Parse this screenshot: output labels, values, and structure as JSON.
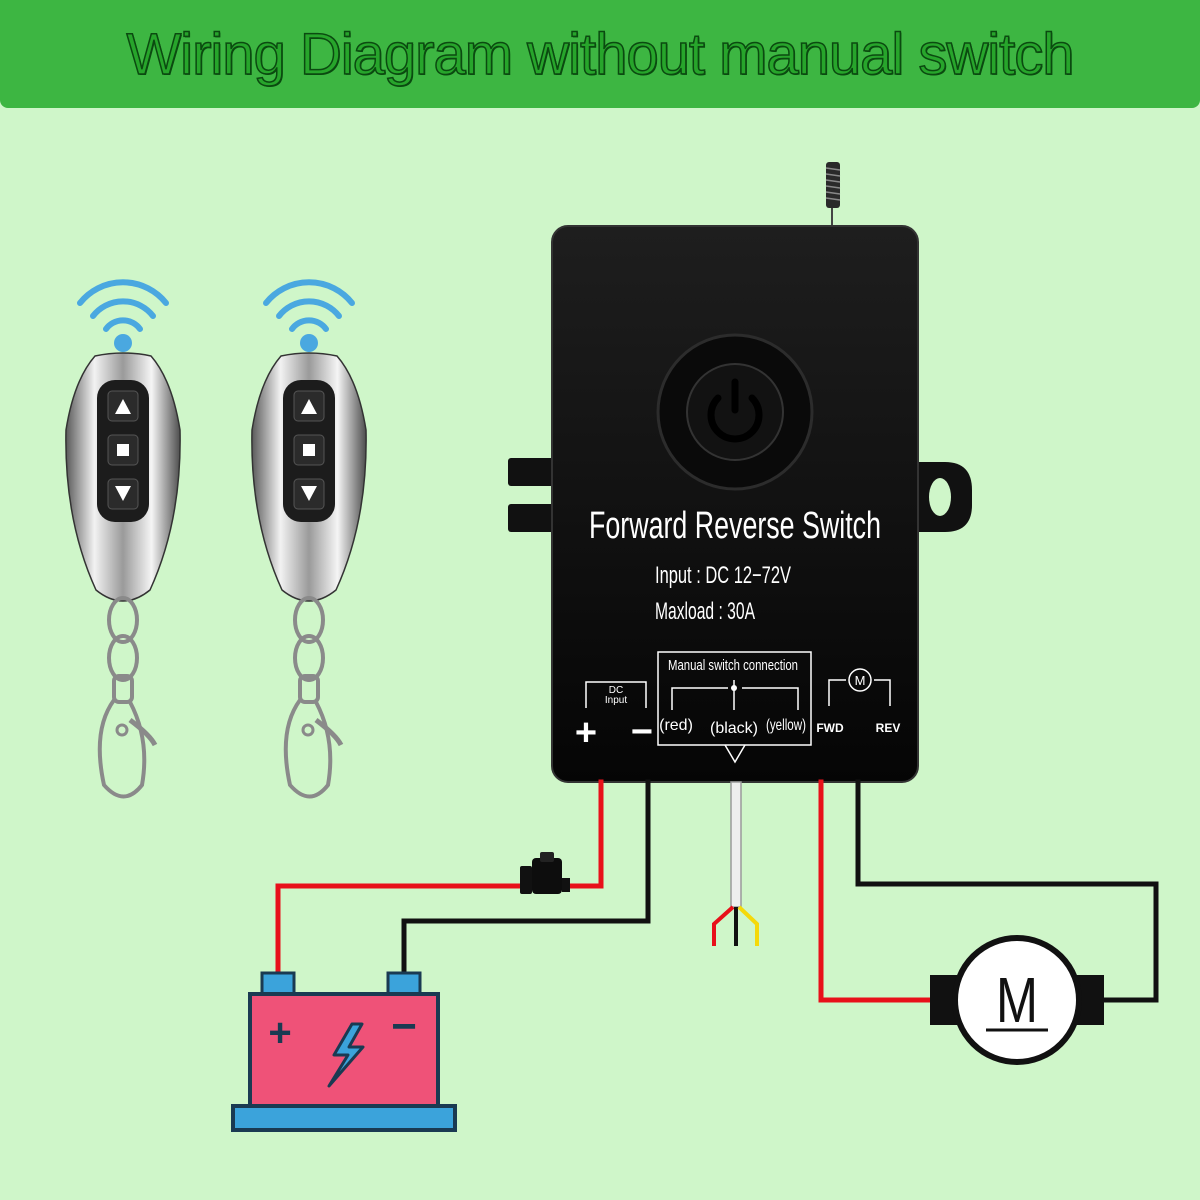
{
  "header": {
    "title": "Wiring Diagram without manual switch"
  },
  "controller": {
    "title": "Forward Reverse Switch",
    "input_spec": "Input : DC 12−72V",
    "maxload_spec": "Maxload : 30A",
    "dc_input_top": "DC",
    "dc_input_bottom": "Input",
    "plus_sign": "+",
    "minus_sign": "−",
    "manual_switch_label": "Manual switch connection",
    "wire_red_label": "(red)",
    "wire_black_label": "(black)",
    "wire_yellow_label": "(yellow)",
    "fwd_label": "FWD",
    "rev_label": "REV",
    "motor_symbol_letter": "M"
  },
  "battery": {
    "plus": "+",
    "minus": "−"
  },
  "motor": {
    "letter": "M"
  },
  "colors": {
    "background": "#cff6c9",
    "banner": "#3db642",
    "wire_positive": "#e8101a",
    "wire_negative": "#111111",
    "battery_body": "#ef5278",
    "battery_trim": "#3ba3db",
    "signal_icon": "#4aa8e0"
  },
  "icons": [
    "signal-icon",
    "remote-control-icon",
    "power-button-icon",
    "antenna-icon",
    "fuse-icon",
    "battery-icon",
    "lightning-icon",
    "motor-icon"
  ]
}
